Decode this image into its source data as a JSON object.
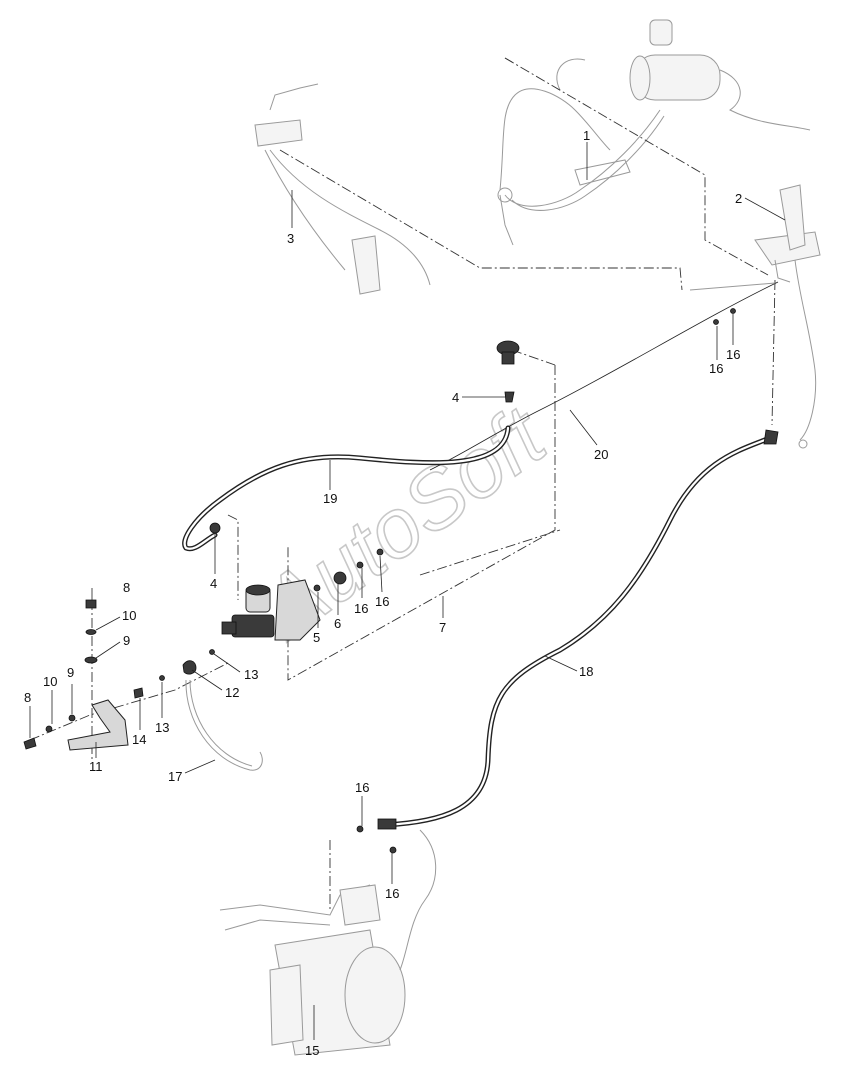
{
  "diagram": {
    "watermark": "AutoSoft",
    "callouts": [
      {
        "id": "c1",
        "label": "1"
      },
      {
        "id": "c2",
        "label": "2"
      },
      {
        "id": "c3",
        "label": "3"
      },
      {
        "id": "c4a",
        "label": "4"
      },
      {
        "id": "c4b",
        "label": "4"
      },
      {
        "id": "c5",
        "label": "5"
      },
      {
        "id": "c6",
        "label": "6"
      },
      {
        "id": "c7",
        "label": "7"
      },
      {
        "id": "c8a",
        "label": "8"
      },
      {
        "id": "c8b",
        "label": "8"
      },
      {
        "id": "c9a",
        "label": "9"
      },
      {
        "id": "c9b",
        "label": "9"
      },
      {
        "id": "c10a",
        "label": "10"
      },
      {
        "id": "c10b",
        "label": "10"
      },
      {
        "id": "c11",
        "label": "11"
      },
      {
        "id": "c12",
        "label": "12"
      },
      {
        "id": "c13a",
        "label": "13"
      },
      {
        "id": "c13b",
        "label": "13"
      },
      {
        "id": "c14",
        "label": "14"
      },
      {
        "id": "c15",
        "label": "15"
      },
      {
        "id": "c16a",
        "label": "16"
      },
      {
        "id": "c16b",
        "label": "16"
      },
      {
        "id": "c16c",
        "label": "16"
      },
      {
        "id": "c16d",
        "label": "16"
      },
      {
        "id": "c16e",
        "label": "16"
      },
      {
        "id": "c16f",
        "label": "16"
      },
      {
        "id": "c17",
        "label": "17"
      },
      {
        "id": "c18",
        "label": "18"
      },
      {
        "id": "c19",
        "label": "19"
      },
      {
        "id": "c20",
        "label": "20"
      }
    ]
  }
}
